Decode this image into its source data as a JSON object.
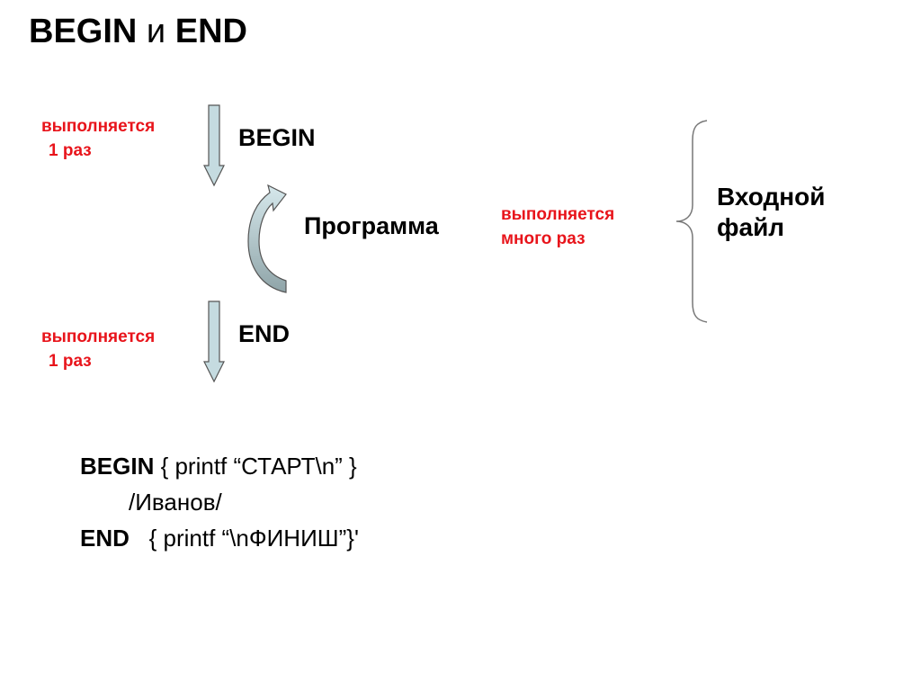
{
  "title": {
    "begin": "BEGIN",
    "and": "и",
    "end": "END"
  },
  "begin_note": {
    "line1": "выполняется",
    "line2": "1 раз"
  },
  "begin_label": "BEGIN",
  "program_label": "Программа",
  "many_note": {
    "line1": "выполняется",
    "line2": "много раз"
  },
  "input_file": {
    "line1": "Входной",
    "line2": "файл"
  },
  "end_note": {
    "line1": "выполняется",
    "line2": "1 раз"
  },
  "end_label": "END",
  "code": {
    "line1_kw": "BEGIN",
    "line1_rest": " { printf “СТАРТ\\n” }",
    "line2": "/Иванов/",
    "line3_kw": "END",
    "line3_rest": "   { printf “\\nФИНИШ”}'"
  },
  "colors": {
    "note_red": "#e8141b",
    "arrow_fill": "#c5dbe0",
    "arrow_fill_dark": "#9cb1b6",
    "arrow_stroke": "#555555"
  },
  "icons": [
    "down-arrow-icon",
    "curved-loop-arrow-icon",
    "curly-brace-icon"
  ]
}
